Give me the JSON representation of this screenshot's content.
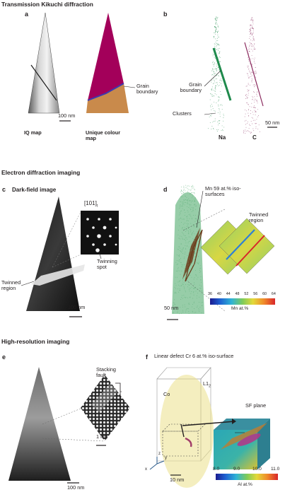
{
  "sections": {
    "tkd": "Transmission Kikuchi diffraction",
    "edi": "Electron diffraction imaging",
    "hri": "High-resolution imaging"
  },
  "panel_a": {
    "letter": "a",
    "scale": "100 nm",
    "iq_label": "IQ map",
    "ucm_label": "Unique colour map",
    "grain_boundary": "Grain boundary"
  },
  "panel_b": {
    "letter": "b",
    "grain_boundary": "Grain boundary",
    "clusters": "Clusters",
    "scale": "50 nm",
    "na": "Na",
    "c": "C"
  },
  "panel_c": {
    "letter": "c",
    "title": "Dark-field image",
    "zone_axis": "[101]",
    "zone_sub": "t",
    "twinned_region": "Twinned region",
    "twinning_spot": "Twinning spot",
    "scale": "100 nm"
  },
  "panel_d": {
    "letter": "d",
    "iso": "Mn 59 at.% iso-surfaces",
    "twinned_region": "Twinned region",
    "scale": "50 nm",
    "ticks": [
      "36",
      "40",
      "44",
      "48",
      "52",
      "56",
      "60",
      "64"
    ],
    "unit": "Mn at.%"
  },
  "panel_e": {
    "letter": "e",
    "stacking_fault": "Stacking fault",
    "scale_1nm": "1 nm",
    "scale_100nm": "100 nm"
  },
  "panel_f": {
    "letter": "f",
    "defect": "Linear defect Cr 6 at.% iso-surface",
    "co": "Co",
    "l1": "L1",
    "l1_sub": "2",
    "sf_plane": "SF plane",
    "axis_z": "z",
    "axis_y": "y",
    "axis_x": "x",
    "scale": "10 nm",
    "ticks": [
      "8.0",
      "9.0",
      "10.0",
      "11.0"
    ],
    "unit": "Al at.%"
  },
  "colors": {
    "text": "#231f20",
    "magenta": "#a3005a",
    "orange": "#c98a4b",
    "na_green": "#1f8a4c",
    "c_purple": "#8a2a5e",
    "apt_green": "#5fb27a",
    "iso_brown": "#6b3a1a"
  }
}
